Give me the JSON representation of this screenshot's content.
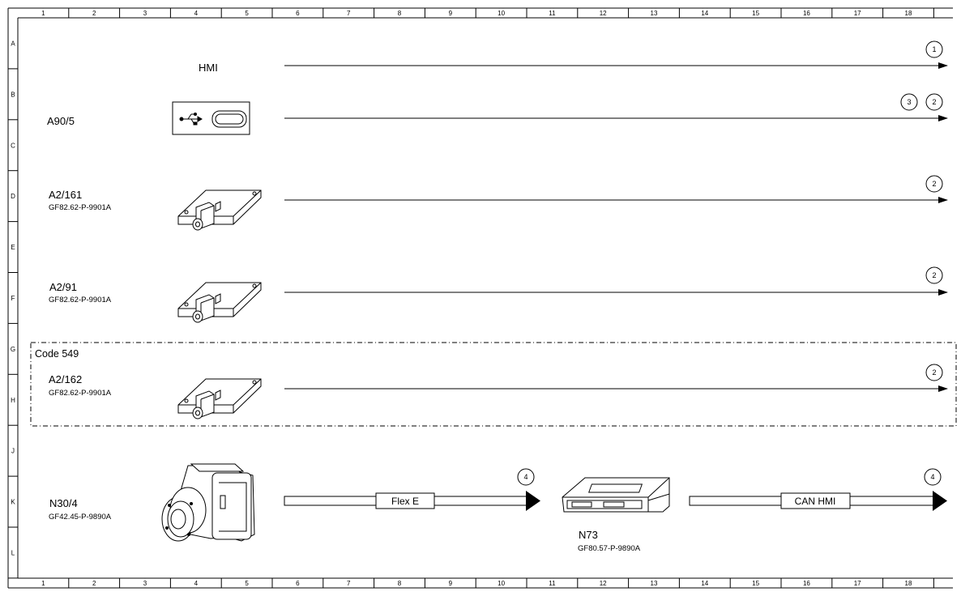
{
  "grid": {
    "columns": [
      "1",
      "2",
      "3",
      "4",
      "5",
      "6",
      "7",
      "8",
      "9",
      "10",
      "11",
      "12",
      "13",
      "14",
      "15",
      "16",
      "17",
      "18"
    ],
    "rows": [
      "A",
      "B",
      "C",
      "D",
      "E",
      "F",
      "G",
      "H",
      "J",
      "K",
      "L"
    ]
  },
  "hmi_label": "HMI",
  "components": [
    {
      "id": "A90/5",
      "part": ""
    },
    {
      "id": "A2/161",
      "part": "GF82.62-P-9901A"
    },
    {
      "id": "A2/91",
      "part": "GF82.62-P-9901A"
    },
    {
      "id": "A2/162",
      "part": "GF82.62-P-9901A"
    },
    {
      "id": "N30/4",
      "part": "GF42.45-P-9890A"
    },
    {
      "id": "N73",
      "part": "GF80.57-P-9890A"
    }
  ],
  "code_box": {
    "label": "Code 549"
  },
  "bus_labels": {
    "flex": "Flex E",
    "can": "CAN HMI"
  },
  "connectors": {
    "hmi": [
      "1"
    ],
    "a90_5": [
      "3",
      "2"
    ],
    "a2_161": [
      "2"
    ],
    "a2_91": [
      "2"
    ],
    "a2_162": [
      "2"
    ],
    "flex": [
      "4"
    ],
    "can": [
      "4"
    ]
  },
  "icons": [
    "usb-icon",
    "usb-c-port-icon",
    "antenna-module-icon",
    "camera-icon",
    "control-unit-icon"
  ]
}
